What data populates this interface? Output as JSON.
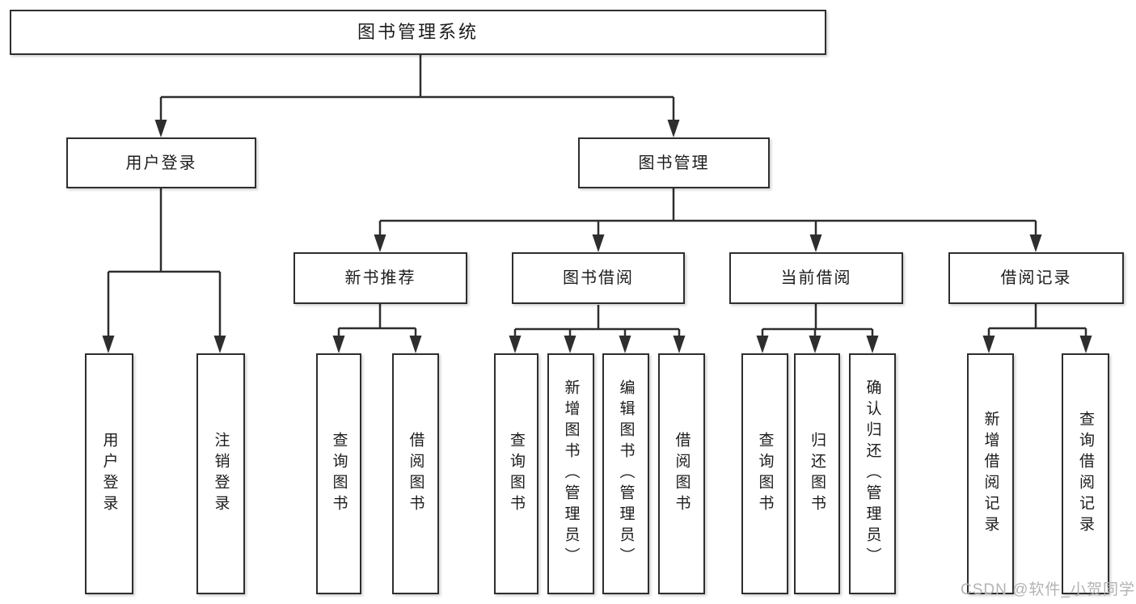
{
  "tree": {
    "label": "图书管理系统",
    "children": [
      {
        "label": "用户登录",
        "children": [
          {
            "label": "用户登录"
          },
          {
            "label": "注销登录"
          }
        ]
      },
      {
        "label": "图书管理",
        "children": [
          {
            "label": "新书推荐",
            "children": [
              {
                "label": "查询图书"
              },
              {
                "label": "借阅图书"
              }
            ]
          },
          {
            "label": "图书借阅",
            "children": [
              {
                "label": "查询图书"
              },
              {
                "label": "新增图书（管理员）"
              },
              {
                "label": "编辑图书（管理员）"
              },
              {
                "label": "借阅图书"
              }
            ]
          },
          {
            "label": "当前借阅",
            "children": [
              {
                "label": "查询图书"
              },
              {
                "label": "归还图书"
              },
              {
                "label": "确认归还（管理员）"
              }
            ]
          },
          {
            "label": "借阅记录",
            "children": [
              {
                "label": "新增借阅记录"
              },
              {
                "label": "查询借阅记录"
              }
            ]
          }
        ]
      }
    ]
  },
  "watermark": {
    "text": "CSDN @软件_小贺同学"
  },
  "colors": {
    "line": "#2e2e2e",
    "box_border": "#2e2e2e",
    "text": "#1c1c1c",
    "watermark": "#b3b3b3",
    "background": "#ffffff"
  }
}
